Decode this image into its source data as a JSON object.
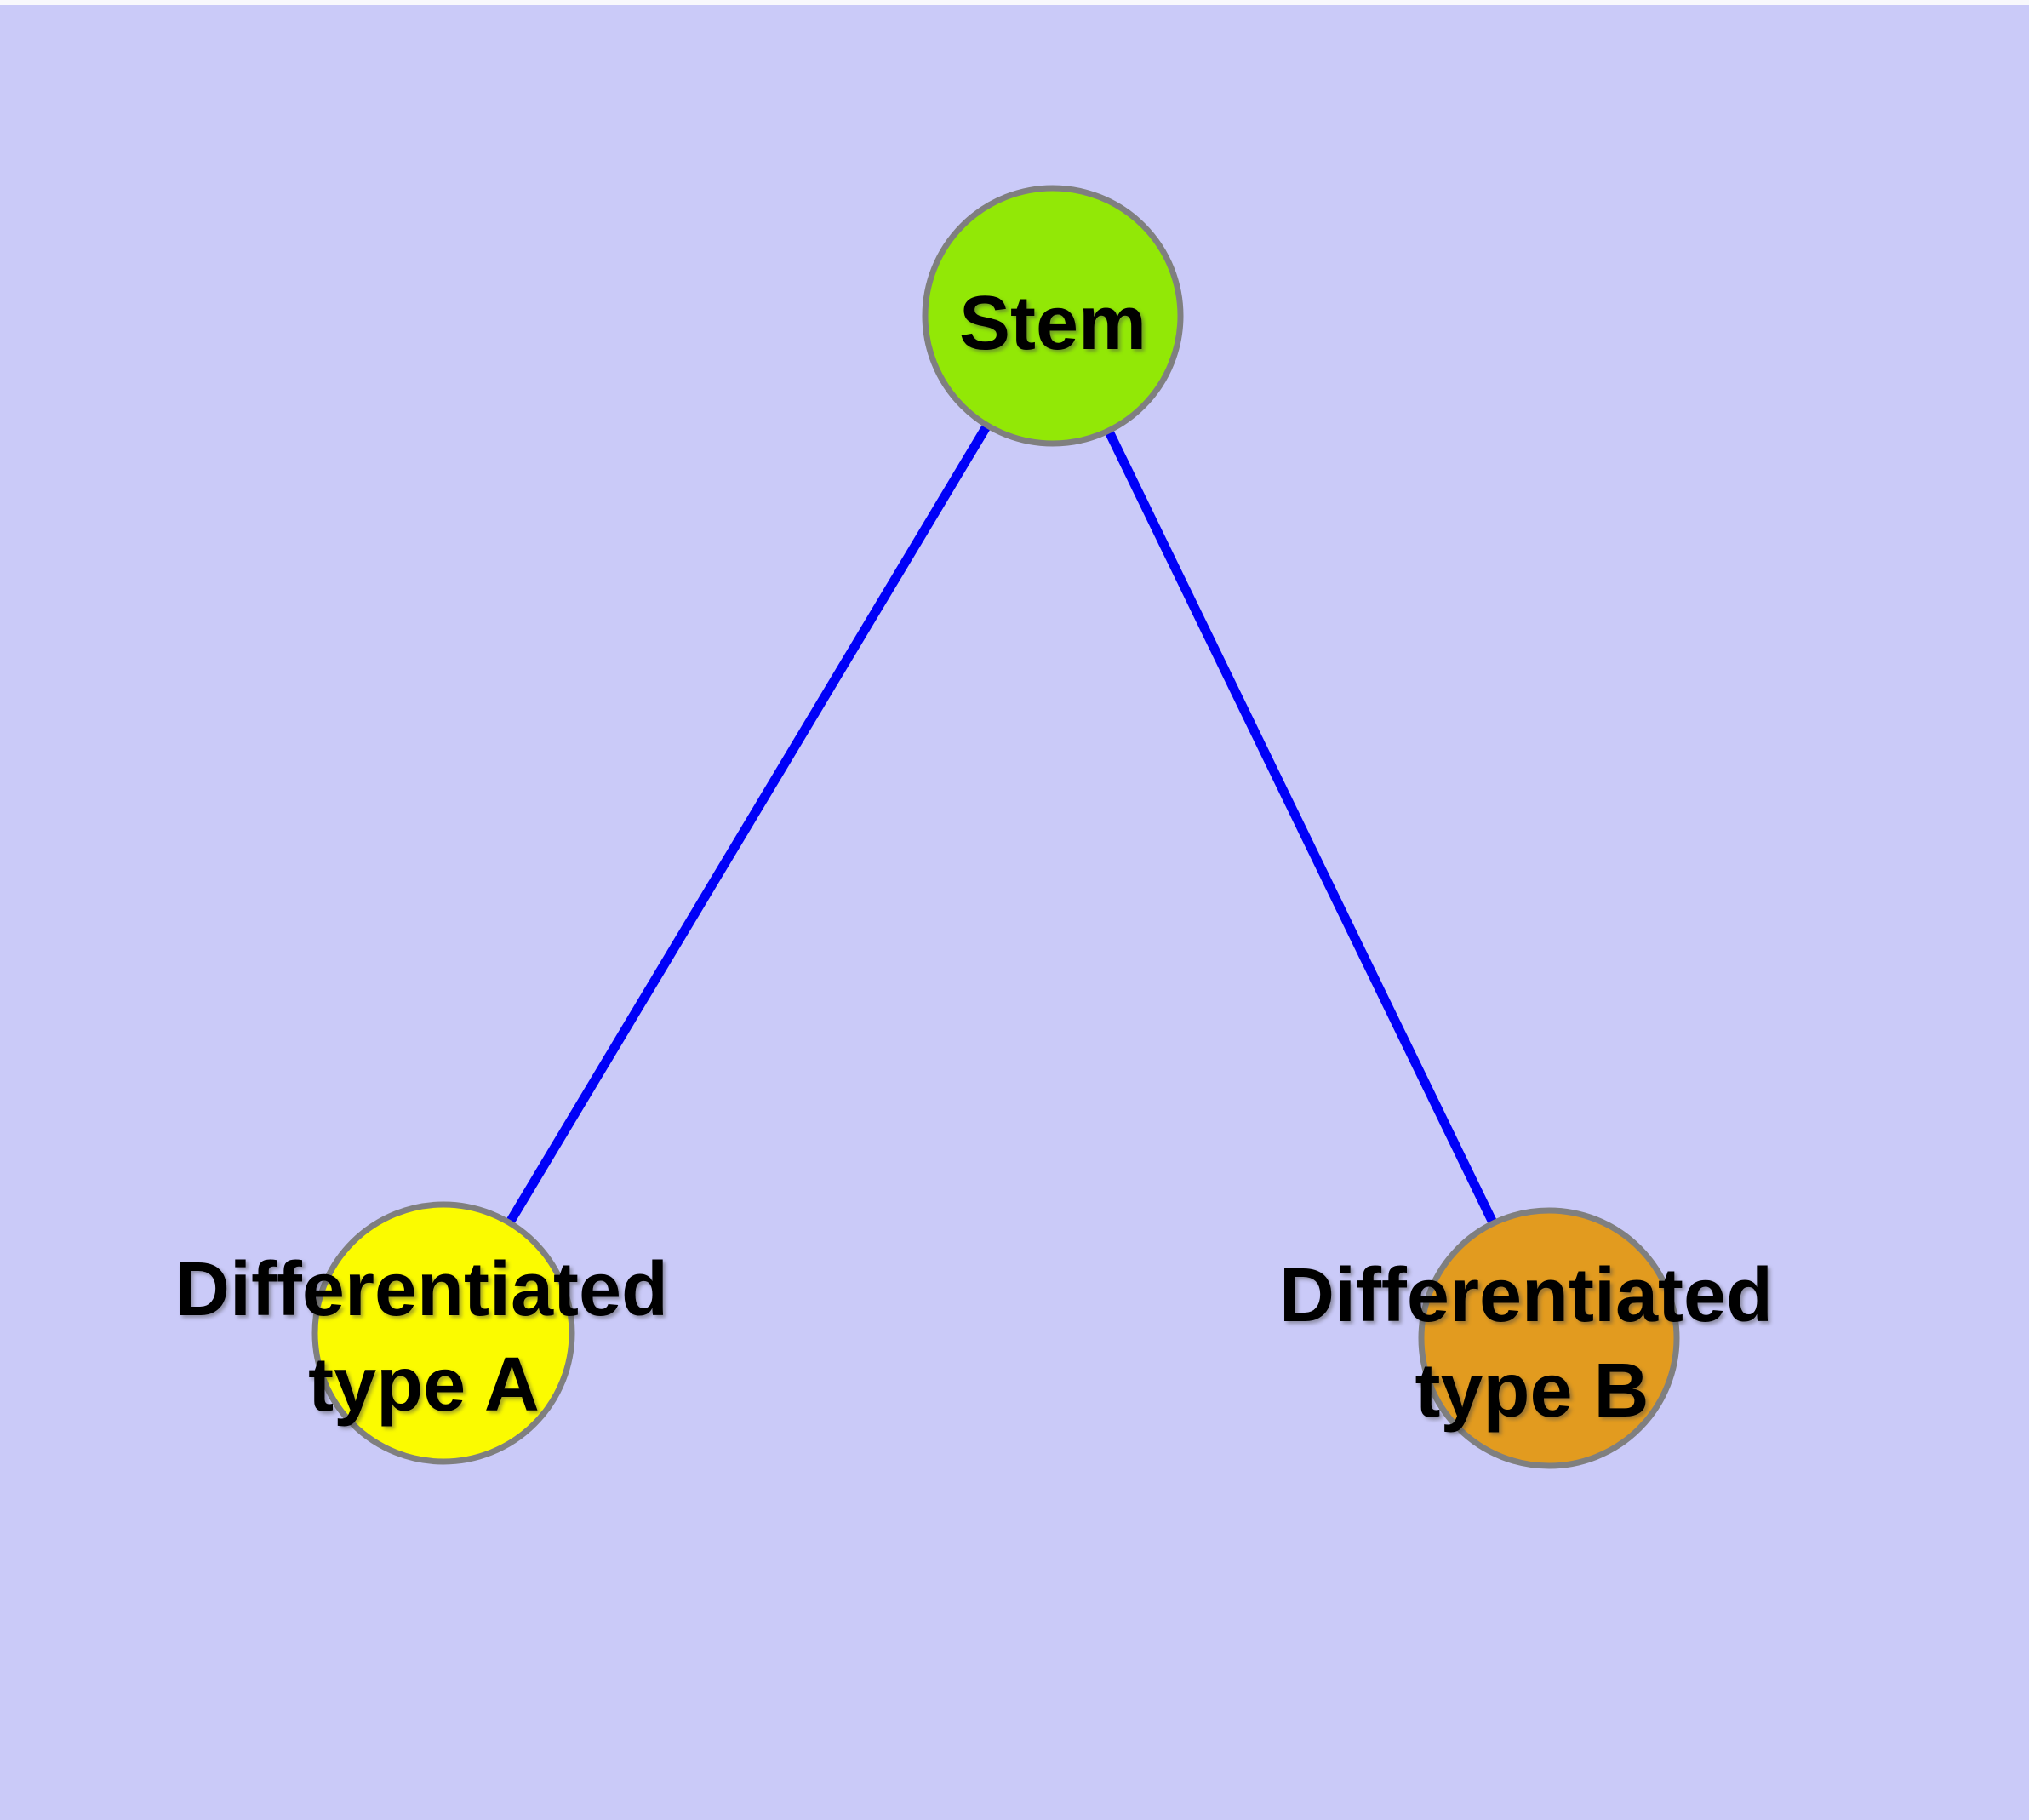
{
  "figure": {
    "background_color": "#CACAF8",
    "top_strip_color": "#F8F8FC",
    "edge_color": "#0000F8",
    "node_border_color": "#7F7F7F",
    "text_color": "#000000"
  },
  "nodes": {
    "stem": {
      "label": "Stem",
      "color": "#92E806"
    },
    "type_a": {
      "label": "Differentiated type A",
      "label_line1": "Differentiated",
      "label_line2": "type A",
      "color": "#FBFB00"
    },
    "type_b": {
      "label": "Differentiated type B",
      "label_line1": "Differentiated",
      "label_line2": "type B",
      "color": "#E29B1F"
    }
  },
  "edges": [
    {
      "from": "Stem",
      "to": "Differentiated type A"
    },
    {
      "from": "Stem",
      "to": "Differentiated type B"
    }
  ]
}
